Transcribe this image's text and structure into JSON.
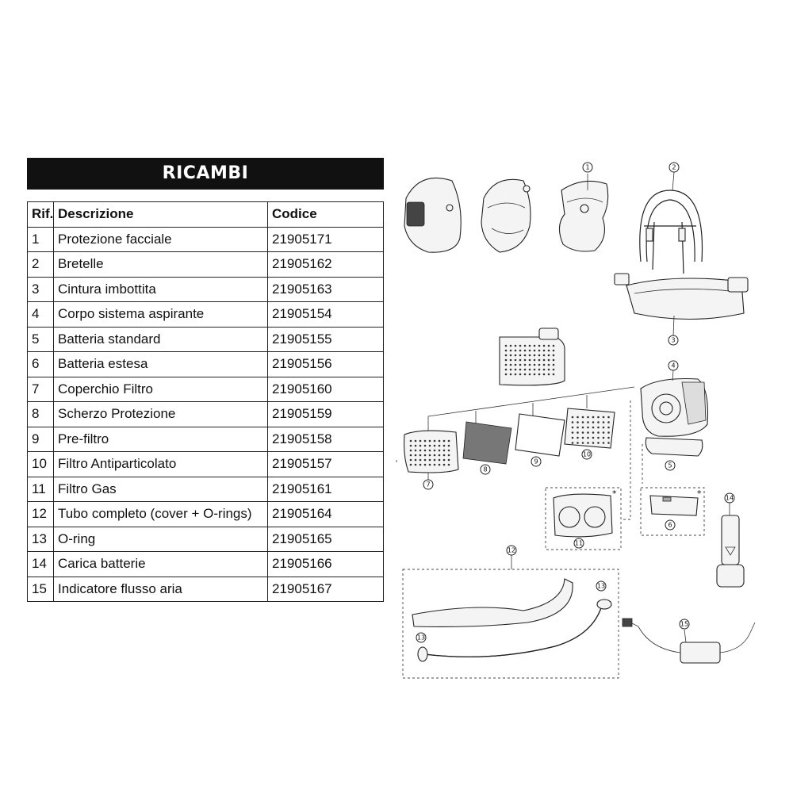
{
  "title": "RICAMBI",
  "columns": {
    "ref": "Rif.",
    "desc": "Descrizione",
    "code": "Codice"
  },
  "rows": [
    {
      "ref": "1",
      "desc": "Protezione facciale",
      "code": "21905171"
    },
    {
      "ref": "2",
      "desc": "Bretelle",
      "code": "21905162"
    },
    {
      "ref": "3",
      "desc": "Cintura imbottita",
      "code": "21905163"
    },
    {
      "ref": "4",
      "desc": "Corpo sistema aspirante",
      "code": "21905154"
    },
    {
      "ref": "5",
      "desc": "Batteria standard",
      "code": "21905155"
    },
    {
      "ref": "6",
      "desc": "Batteria estesa",
      "code": "21905156"
    },
    {
      "ref": "7",
      "desc": "Coperchio Filtro",
      "code": "21905160"
    },
    {
      "ref": "8",
      "desc": "Scherzo Protezione",
      "code": "21905159"
    },
    {
      "ref": "9",
      "desc": "Pre-filtro",
      "code": "21905158"
    },
    {
      "ref": "10",
      "desc": "Filtro Antiparticolato",
      "code": "21905157"
    },
    {
      "ref": "11",
      "desc": "Filtro Gas",
      "code": "21905161"
    },
    {
      "ref": "12",
      "desc": "Tubo completo (cover + O-rings)",
      "code": "21905164"
    },
    {
      "ref": "13",
      "desc": "O-ring",
      "code": "21905165"
    },
    {
      "ref": "14",
      "desc": "Carica batterie",
      "code": "21905166"
    },
    {
      "ref": "15",
      "desc": "Indicatore flusso aria",
      "code": "21905167"
    }
  ],
  "diagram": {
    "callouts": [
      "1",
      "2",
      "3",
      "4",
      "5",
      "6",
      "7",
      "8",
      "9",
      "10",
      "11",
      "12",
      "13",
      "13",
      "14",
      "15"
    ],
    "optional_mark": "*"
  }
}
